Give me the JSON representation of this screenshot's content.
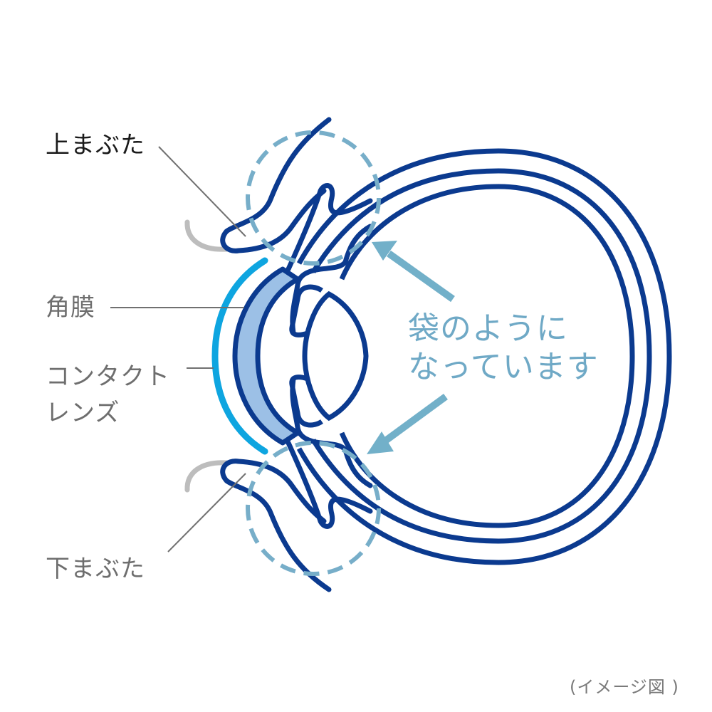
{
  "labels": {
    "upper_eyelid": "上まぶた",
    "cornea": "角膜",
    "contact_lens_line1": "コンタクト",
    "contact_lens_line2": "レンズ",
    "lower_eyelid": "下まぶた"
  },
  "callout": {
    "line1": "袋のように",
    "line2": "なっています"
  },
  "note": "(イメージ図 )",
  "colors": {
    "outline": "#0b3a8f",
    "contact_lens": "#0ea5e0",
    "cornea_fill": "#9cc0e6",
    "dashed_circle": "#77aec9",
    "arrow": "#72b0c9",
    "leader_line": "#707070",
    "lash_shadow": "#bdbdbd",
    "label_dark": "#1a1a1a",
    "label_gray": "#6e6e6e",
    "callout_text": "#6fa9c6"
  }
}
